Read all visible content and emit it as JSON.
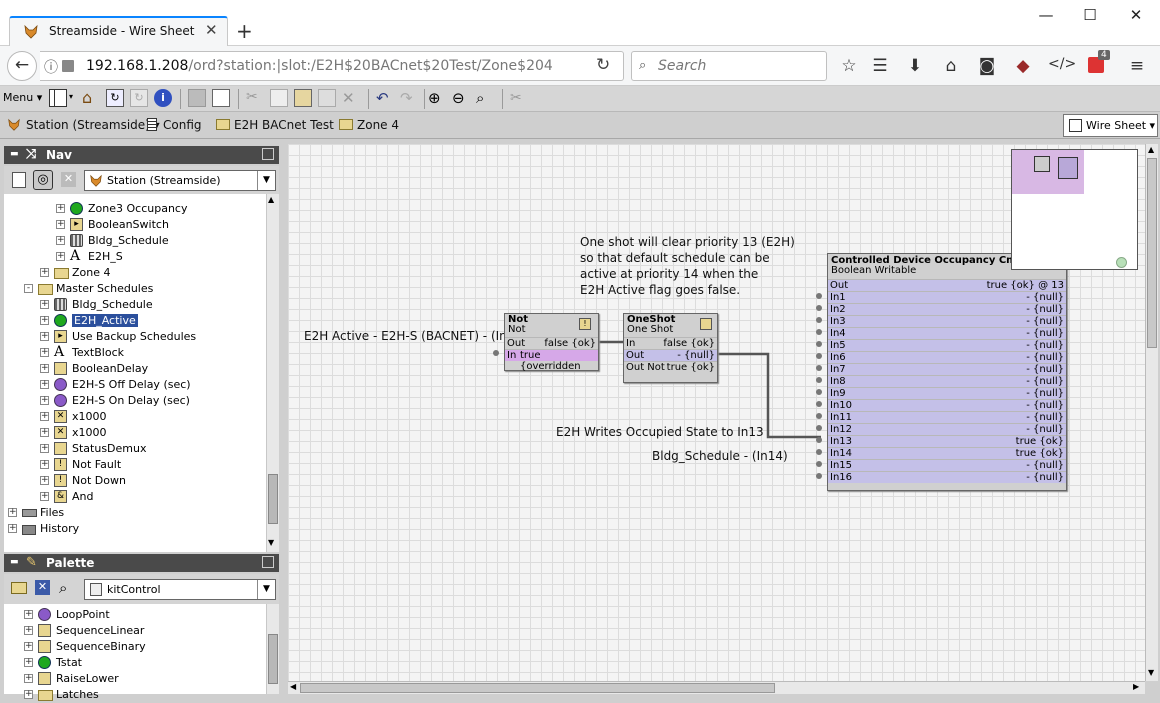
{
  "browser": {
    "tab_title": "Streamside - Wire Sheet",
    "url_host": "192.168.1.208",
    "url_path": "/ord?station:|slot:/E2H$20BACnet$20Test/Zone$204",
    "search_placeholder": "Search",
    "badge_count": "4"
  },
  "apptoolbar": {
    "menu_label": "Menu"
  },
  "locator": {
    "station": "Station (Streamside)",
    "config": "Config",
    "folder1": "E2H BACnet Test",
    "folder2": "Zone 4",
    "view": "Wire Sheet"
  },
  "nav": {
    "title": "Nav",
    "selector": "Station (Streamside)",
    "items": [
      {
        "label": "Zone3 Occupancy",
        "icon": "green-circle-icon",
        "depth": 3,
        "expander": "+"
      },
      {
        "label": "BooleanSwitch",
        "icon": "switch-icon",
        "depth": 3,
        "expander": "+"
      },
      {
        "label": "Bldg_Schedule",
        "icon": "schedule-icon",
        "depth": 3,
        "expander": "+"
      },
      {
        "label": "E2H_S",
        "icon": "text-block-icon",
        "depth": 3,
        "expander": "+"
      },
      {
        "label": "Zone 4",
        "icon": "folder-icon",
        "depth": 2,
        "expander": "+"
      },
      {
        "label": "Master Schedules",
        "icon": "folder-icon",
        "depth": 1,
        "expander": "-"
      },
      {
        "label": "Bldg_Schedule",
        "icon": "schedule-icon",
        "depth": 2,
        "expander": "+"
      },
      {
        "label": "E2H_Active",
        "icon": "green-circle-icon",
        "depth": 2,
        "expander": "+",
        "selected": true
      },
      {
        "label": "Use Backup Schedules",
        "icon": "switch-icon",
        "depth": 2,
        "expander": "+"
      },
      {
        "label": "TextBlock",
        "icon": "text-block-icon",
        "depth": 2,
        "expander": "+"
      },
      {
        "label": "BooleanDelay",
        "icon": "block-icon",
        "depth": 2,
        "expander": "+"
      },
      {
        "label": "E2H-S Off Delay (sec)",
        "icon": "purple-circle-icon",
        "depth": 2,
        "expander": "+"
      },
      {
        "label": "E2H-S On Delay (sec)",
        "icon": "purple-circle-icon",
        "depth": 2,
        "expander": "+"
      },
      {
        "label": "x1000",
        "icon": "multiply-icon",
        "depth": 2,
        "expander": "+"
      },
      {
        "label": "x1000",
        "icon": "multiply-icon",
        "depth": 2,
        "expander": "+"
      },
      {
        "label": "StatusDemux",
        "icon": "block-icon",
        "depth": 2,
        "expander": "+"
      },
      {
        "label": "Not Fault",
        "icon": "not-icon",
        "depth": 2,
        "expander": "+"
      },
      {
        "label": "Not Down",
        "icon": "not-icon",
        "depth": 2,
        "expander": "+"
      },
      {
        "label": "And",
        "icon": "and-icon",
        "depth": 2,
        "expander": "+"
      },
      {
        "label": "Files",
        "icon": "files-icon",
        "depth": 0,
        "expander": "+"
      },
      {
        "label": "History",
        "icon": "history-icon",
        "depth": 0,
        "expander": "+"
      }
    ]
  },
  "palette": {
    "title": "Palette",
    "selector": "kitControl",
    "items": [
      {
        "label": "LoopPoint",
        "icon": "purple-circle-icon"
      },
      {
        "label": "SequenceLinear",
        "icon": "block-icon"
      },
      {
        "label": "SequenceBinary",
        "icon": "block-icon"
      },
      {
        "label": "Tstat",
        "icon": "green-circle-icon"
      },
      {
        "label": "RaiseLower",
        "icon": "block-icon"
      },
      {
        "label": "Latches",
        "icon": "folder-icon"
      }
    ]
  },
  "wiresheet": {
    "comment1": [
      "One shot will clear priority 13 (E2H)",
      "so that default schedule can be",
      "active at priority 14 when the",
      "E2H Active flag goes false."
    ],
    "label_e2h_active": "E2H Active - E2H-S (BACNET) - (In)",
    "label_writes": "E2H Writes Occupied State to In13",
    "label_bldg": "Bldg_Schedule - (In14)",
    "not_block": {
      "title": "Not",
      "type": "Not",
      "slots": [
        {
          "name": "Out",
          "value": "false {ok}"
        },
        {
          "name": "In",
          "value": "true {overridden"
        }
      ]
    },
    "oneshot_block": {
      "title": "OneShot",
      "type": "One Shot",
      "slots": [
        {
          "name": "In",
          "value": "false {ok}"
        },
        {
          "name": "Out",
          "value": "- {null}"
        },
        {
          "name": "Out Not",
          "value": "true {ok}"
        }
      ]
    },
    "cmd_block": {
      "title": "Controlled Device Occupancy Cmd",
      "type": "Boolean Writable",
      "slots": [
        {
          "name": "Out",
          "value": "true {ok} @ 13"
        },
        {
          "name": "In1",
          "value": "- {null}"
        },
        {
          "name": "In2",
          "value": "- {null}"
        },
        {
          "name": "In3",
          "value": "- {null}"
        },
        {
          "name": "In4",
          "value": "- {null}"
        },
        {
          "name": "In5",
          "value": "- {null}"
        },
        {
          "name": "In6",
          "value": "- {null}"
        },
        {
          "name": "In7",
          "value": "- {null}"
        },
        {
          "name": "In8",
          "value": "- {null}"
        },
        {
          "name": "In9",
          "value": "- {null}"
        },
        {
          "name": "In10",
          "value": "- {null}"
        },
        {
          "name": "In11",
          "value": "- {null}"
        },
        {
          "name": "In12",
          "value": "- {null}"
        },
        {
          "name": "In13",
          "value": "true {ok}"
        },
        {
          "name": "In14",
          "value": "true {ok}"
        },
        {
          "name": "In15",
          "value": "- {null}"
        },
        {
          "name": "In16",
          "value": "- {null}"
        }
      ]
    }
  }
}
